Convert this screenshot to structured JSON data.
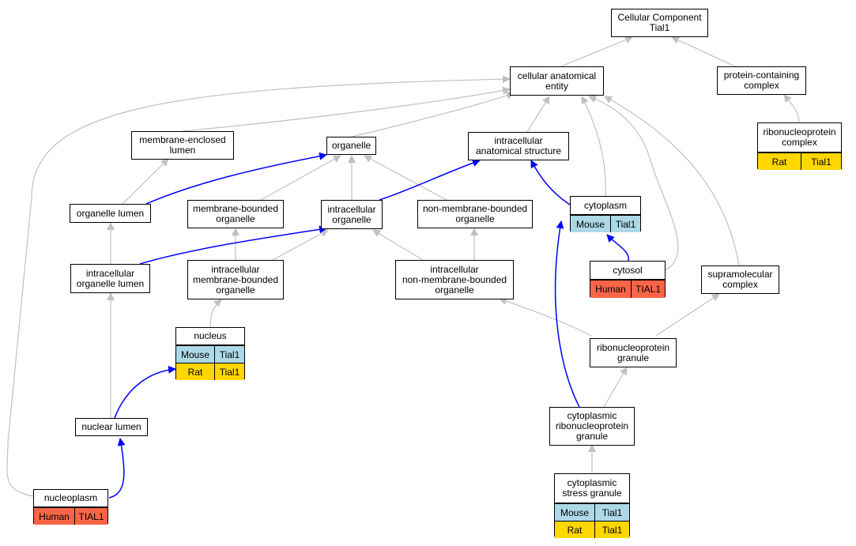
{
  "colors": {
    "edge_gray": "#c0c0c0",
    "edge_blue": "#0000ff",
    "mouse": "#add8e6",
    "rat": "#ffd700",
    "human": "#fa6548"
  },
  "nodes": {
    "cellular_component": "Cellular Component\nTial1",
    "cellular_anatomical_entity": "cellular anatomical\nentity",
    "protein_containing_complex": "protein-containing\ncomplex",
    "membrane_enclosed_lumen": "membrane-enclosed\nlumen",
    "organelle": "organelle",
    "intracellular_anatomical_structure": "intracellular\nanatomical structure",
    "organelle_lumen": "organelle lumen",
    "membrane_bounded_organelle": "membrane-bounded\norganelle",
    "intracellular_organelle": "intracellular\norganelle",
    "non_membrane_bounded_organelle": "non-membrane-bounded\norganelle",
    "intracellular_organelle_lumen": "intracellular\norganelle lumen",
    "intracellular_membrane_bounded_organelle": "intracellular\nmembrane-bounded\norganelle",
    "intracellular_non_membrane_bounded_organelle": "intracellular\nnon-membrane-bounded\norganelle",
    "supramolecular_complex": "supramolecular\ncomplex",
    "ribonucleoprotein_granule": "ribonucleoprotein\ngranule",
    "nuclear_lumen": "nuclear lumen",
    "cytoplasmic_ribonucleoprotein_granule": "cytoplasmic\nribonucleoprotein\ngranule"
  },
  "annotated_terms": {
    "ribonucleoprotein_complex": {
      "label": "ribonucleoprotein\ncomplex",
      "rows": [
        [
          "Rat",
          "Tial1"
        ]
      ]
    },
    "cytoplasm": {
      "label": "cytoplasm",
      "rows": [
        [
          "Mouse",
          "Tial1"
        ]
      ]
    },
    "cytosol": {
      "label": "cytosol",
      "rows": [
        [
          "Human",
          "TIAL1"
        ]
      ]
    },
    "nucleus": {
      "label": "nucleus",
      "rows": [
        [
          "Mouse",
          "Tial1"
        ],
        [
          "Rat",
          "Tial1"
        ]
      ]
    },
    "nucleoplasm": {
      "label": "nucleoplasm",
      "rows": [
        [
          "Human",
          "TIAL1"
        ]
      ]
    },
    "cytoplasmic_stress_granule": {
      "label": "cytoplasmic\nstress granule",
      "rows": [
        [
          "Mouse",
          "Tial1"
        ],
        [
          "Rat",
          "Tial1"
        ]
      ]
    }
  }
}
